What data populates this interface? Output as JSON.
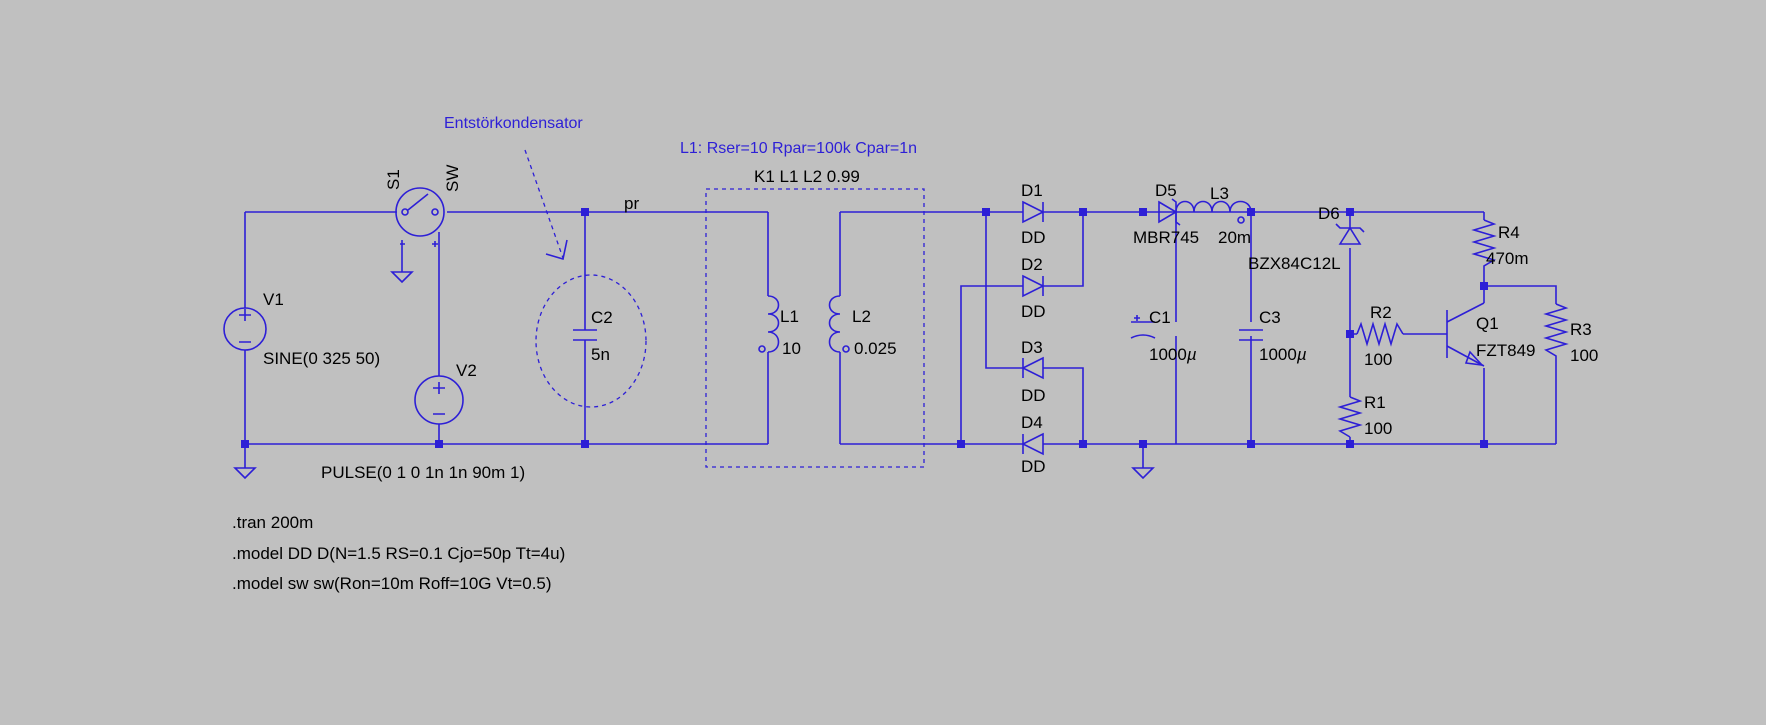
{
  "annotations": {
    "suppression_note": "Entstörkondensator",
    "inductor_params": "L1: Rser=10 Rpar=100k Cpar=1n",
    "coupling": "K1 L1 L2 0.99",
    "net_pr": "pr"
  },
  "components": {
    "V1": {
      "name": "V1",
      "value": "SINE(0 325 50)"
    },
    "V2": {
      "name": "V2",
      "value": "PULSE(0 1 0 1n 1n 90m 1)"
    },
    "S1": {
      "name": "S1",
      "model": "SW"
    },
    "C2": {
      "name": "C2",
      "value": "5n"
    },
    "L1": {
      "name": "L1",
      "value": "10"
    },
    "L2": {
      "name": "L2",
      "value": "0.025"
    },
    "D1": {
      "name": "D1",
      "model": "DD"
    },
    "D2": {
      "name": "D2",
      "model": "DD"
    },
    "D3": {
      "name": "D3",
      "model": "DD"
    },
    "D4": {
      "name": "D4",
      "model": "DD"
    },
    "D5": {
      "name": "D5",
      "model": "MBR745"
    },
    "D6": {
      "name": "D6",
      "model": "BZX84C12L"
    },
    "L3": {
      "name": "L3",
      "value": "20m"
    },
    "C1": {
      "name": "C1",
      "value": "1000",
      "unit": "µ"
    },
    "C3": {
      "name": "C3",
      "value": "1000",
      "unit": "µ"
    },
    "R1": {
      "name": "R1",
      "value": "100"
    },
    "R2": {
      "name": "R2",
      "value": "100"
    },
    "R3": {
      "name": "R3",
      "value": "100"
    },
    "R4": {
      "name": "R4",
      "value": "470m"
    },
    "Q1": {
      "name": "Q1",
      "model": "FZT849"
    }
  },
  "spice_directives": [
    ".tran 200m",
    ".model DD D(N=1.5 RS=0.1 Cjo=50p Tt=4u)",
    ".model sw sw(Ron=10m Roff=10G Vt=0.5)"
  ],
  "colors": {
    "background": "#c0c0c0",
    "wire": "#2d1fd6",
    "text": "#000000",
    "comment": "#2d1fd6"
  }
}
